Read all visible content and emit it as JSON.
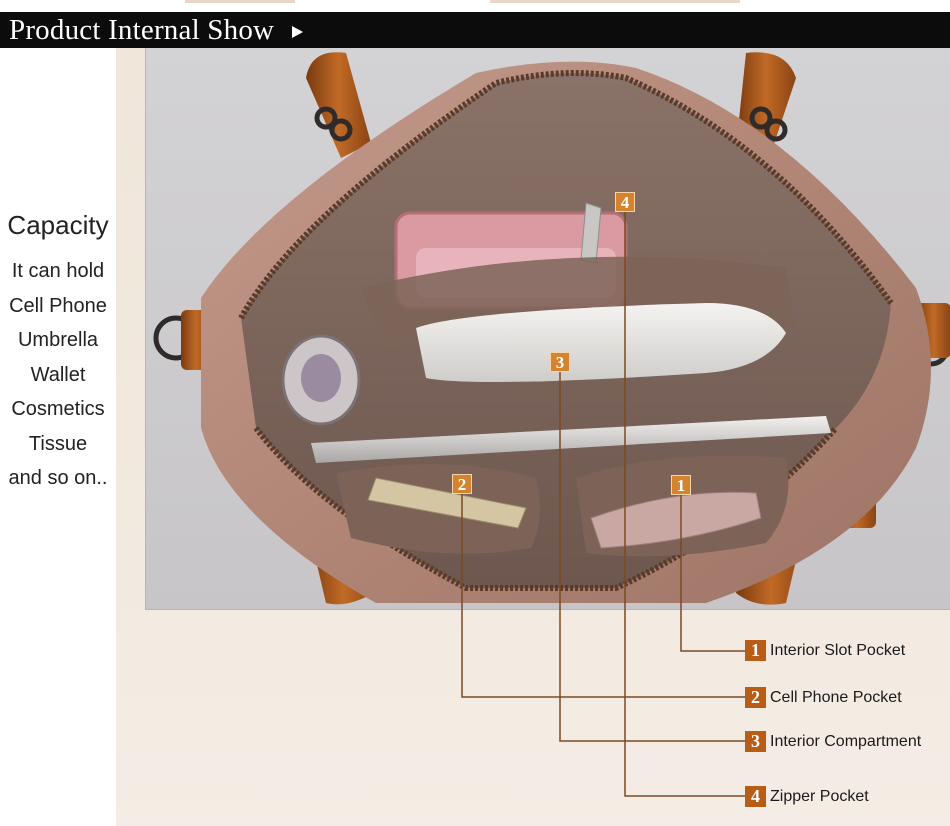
{
  "header": {
    "title": "Product Internal Show",
    "arrow_icon": "play-triangle-icon"
  },
  "capacity": {
    "title": "Capacity",
    "lines": [
      "It can hold",
      "Cell Phone",
      "Umbrella",
      "Wallet",
      "Cosmetics",
      "Tissue",
      "and so on.."
    ]
  },
  "photo": {
    "subject": "handbag-interior-photo",
    "markers": [
      "1",
      "2",
      "3",
      "4"
    ]
  },
  "legend": [
    {
      "number": "1",
      "label": "Interior Slot Pocket"
    },
    {
      "number": "2",
      "label": "Cell Phone Pocket"
    },
    {
      "number": "3",
      "label": "Interior Compartment"
    },
    {
      "number": "4",
      "label": "Zipper Pocket"
    }
  ],
  "colors": {
    "header_bg": "#0c0c0c",
    "badge": "#b85d17",
    "marker": "#d4832e",
    "leader_line": "#7a4a22",
    "panel_bg": "#f1e7dc"
  }
}
